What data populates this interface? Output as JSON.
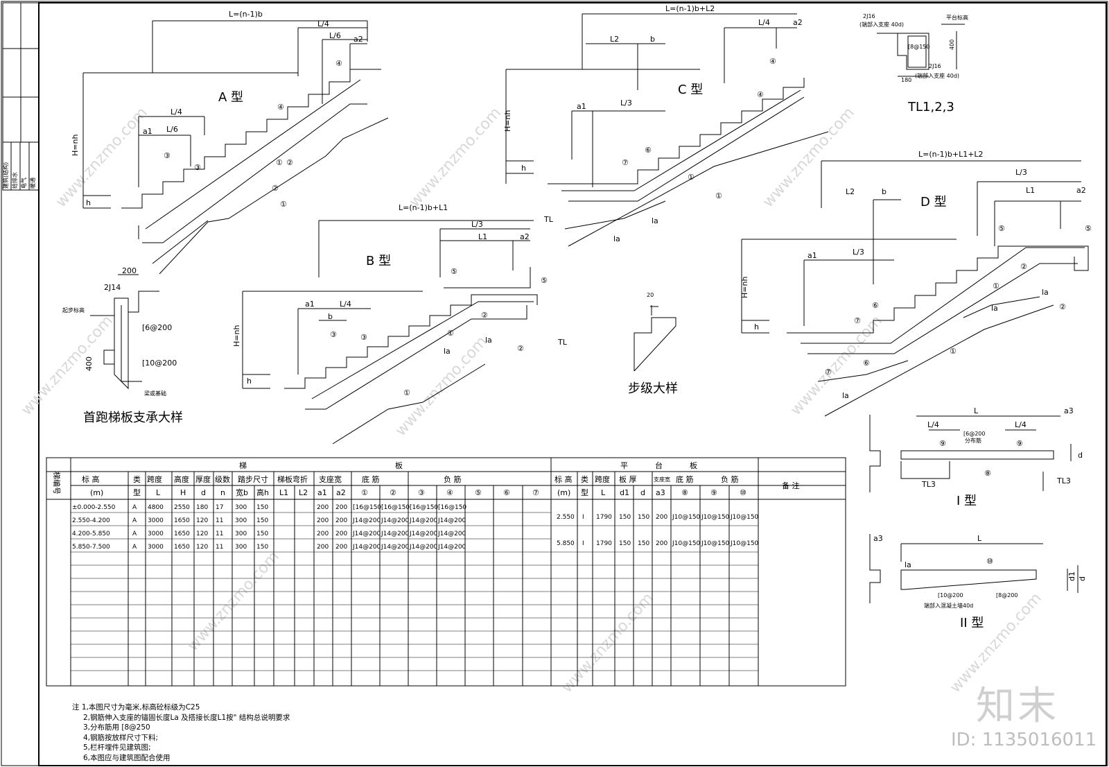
{
  "side_labels": [
    "建筑(结构)",
    "给排水",
    "电气",
    "暖通"
  ],
  "type_titles": {
    "a": "A 型",
    "b": "B 型",
    "c": "C 型",
    "d": "D 型",
    "i": "I 型",
    "ii": "II 型"
  },
  "detail_titles": {
    "support": "首跑梯板支承大样",
    "step": "步级大样",
    "beam": "TL1,2,3"
  },
  "dims": {
    "a_top": "L=(n-1)b",
    "b_top": "L=(n-1)b+L1",
    "c_top": "L=(n-1)b+L2",
    "d_top": "L=(n-1)b+L1+L2",
    "L4": "L/4",
    "L6": "L/6",
    "L3": "L/3",
    "L1": "L1",
    "L2": "L2",
    "a1": "a1",
    "a2": "a2",
    "a3": "a3",
    "b": "b",
    "h": "h",
    "Hnh": "H=nh",
    "TL": "TL",
    "la": "la",
    "L": "L",
    "d": "d",
    "d1": "d1",
    "TL3": "TL3"
  },
  "markers": [
    "①",
    "②",
    "③",
    "④",
    "⑤",
    "⑥",
    "⑦",
    "⑧",
    "⑨",
    "⑩"
  ],
  "support_detail": {
    "w200": "200",
    "bar": "2J14",
    "level": "起步标高",
    "stir": "[6@200",
    "h400": "400",
    "bar2": "[10@200",
    "base": "梁或基础"
  },
  "beam_detail": {
    "top": "2J16",
    "top_note": "(端部入支座 40d)",
    "stir": "[8@150",
    "h": "400",
    "bot": "2J16",
    "bot_note": "(端部入支座 40d)",
    "w": "180",
    "plat": "平台标高"
  },
  "step_detail": {
    "w": "20"
  },
  "platform_detail": {
    "stir": "[6@200",
    "dist": "分布筋",
    "bar1": "[10@200",
    "bar2": "[8@200",
    "note": "端部入混凝土墙40d"
  },
  "table": {
    "groups": {
      "ti": "梯",
      "ban": "板",
      "ping": "平",
      "tai": "台",
      "ban2": "板",
      "remark": "备  注",
      "code": "梯编号"
    },
    "sub": {
      "biaogao": "标  高",
      "m": "(m)",
      "lei": "类",
      "xing": "型",
      "kuadu": "跨度",
      "L": "L",
      "gaodu": "高度",
      "H": "H",
      "houdu": "厚度",
      "d": "d",
      "jishu": "级数",
      "n": "n",
      "tabu": "踏步尺寸",
      "kuan": "宽b",
      "gao": "高h",
      "zhe": "梯板弯折",
      "L1": "L1",
      "L2": "L2",
      "zhizuo": "支座宽",
      "a1": "a1",
      "a2": "a2",
      "dijin": "底    筋",
      "fujin": "负        筋",
      "c1": "①",
      "c2": "②",
      "c3": "③",
      "c4": "④",
      "c5": "⑤",
      "c6": "⑥",
      "c7": "⑦",
      "pbiao": "标 高",
      "pm": "(m)",
      "plei": "类",
      "pxing": "型",
      "pkua": "跨度",
      "pL": "L",
      "banhou": "板    厚",
      "d1": "d1",
      "pd": "d",
      "pzhi": "支座宽",
      "a3": "a3",
      "pdi": "底 筋",
      "pfu": "负     筋",
      "c8": "⑧",
      "c9": "⑨",
      "c10": "⑩"
    },
    "rows": [
      [
        "±0.000-2.550",
        "A",
        "4800",
        "2550",
        "180",
        "17",
        "300",
        "150",
        "",
        "",
        "200",
        "200",
        "[16@150",
        "[16@150",
        "[16@150",
        "[16@150",
        "",
        "",
        ""
      ],
      [
        "2.550-4.200",
        "A",
        "3000",
        "1650",
        "120",
        "11",
        "300",
        "150",
        "",
        "",
        "200",
        "200",
        "J14@200",
        "J14@200",
        "J14@200",
        "J14@200",
        "",
        "",
        ""
      ],
      [
        "4.200-5.850",
        "A",
        "3000",
        "1650",
        "120",
        "11",
        "300",
        "150",
        "",
        "",
        "200",
        "200",
        "J14@200",
        "J14@200",
        "J14@200",
        "J14@200",
        "",
        "",
        ""
      ],
      [
        "5.850-7.500",
        "A",
        "3000",
        "1650",
        "120",
        "11",
        "300",
        "150",
        "",
        "",
        "200",
        "200",
        "J14@200",
        "J14@200",
        "J14@200",
        "J14@200",
        "",
        "",
        ""
      ]
    ],
    "prow": [
      [
        "2.550",
        "I",
        "1790",
        "150",
        "150",
        "200",
        "J10@150",
        "J10@150",
        "J10@150"
      ],
      [
        "5.850",
        "I",
        "1790",
        "150",
        "150",
        "200",
        "J10@150",
        "J10@150",
        "J10@150"
      ]
    ]
  },
  "notes": [
    "注  1,本图尺寸为毫米,标高砼标级为C25",
    "2,钢筋伸入支座的锚固长度La 及搭接长度L1按\" 结构总说明要求",
    "3,分布筋用  [8@250",
    "4,钢筋按放样尺寸下料;",
    "5,栏杆埋件见建筑图;",
    "6,本图应与建筑图配合使用"
  ],
  "watermark": "www.znzmo.com",
  "brand": "知末",
  "drawing_id": "ID: 1135016011"
}
